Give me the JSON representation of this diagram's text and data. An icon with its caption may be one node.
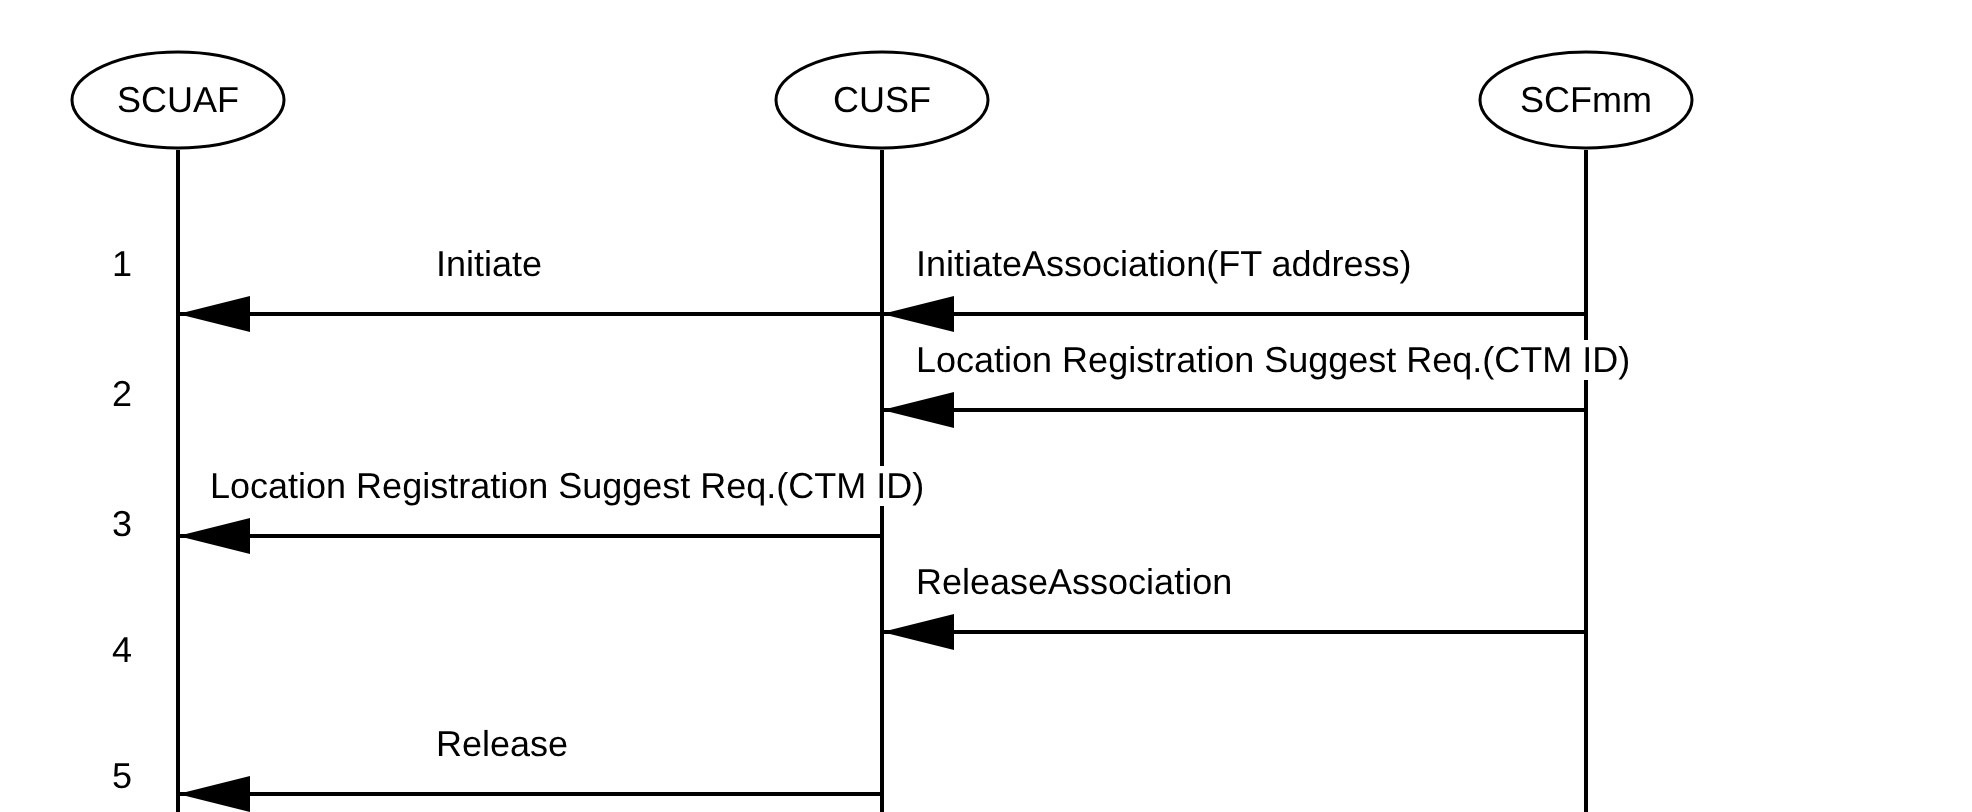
{
  "diagram": {
    "nodes": [
      {
        "text": [
          "SCUAF"
        ]
      },
      {
        "text": [
          "CUSF"
        ]
      },
      {
        "text": [
          "SCFmm"
        ]
      }
    ],
    "edges": [
      {
        "from": 1,
        "to": 0,
        "arrow": "to",
        "label": "Initiate"
      },
      {
        "from": 2,
        "to": 1,
        "arrow": "to",
        "label": "InitiateAssociation(FT address)"
      },
      {
        "from": 2,
        "to": 1,
        "arrow": "to",
        "label": "Location Registration Suggest Req.(CTM ID)"
      },
      {
        "from": 1,
        "to": 0,
        "arrow": "to",
        "label": "Location Registration Suggest Req.(CTM ID)"
      },
      {
        "from": 2,
        "to": 1,
        "arrow": "to",
        "label": "ReleaseAssociation"
      },
      {
        "from": 1,
        "to": 0,
        "arrow": "to",
        "label": "Release"
      }
    ],
    "labels": [
      "1",
      "2",
      "3",
      "4",
      "5"
    ]
  }
}
